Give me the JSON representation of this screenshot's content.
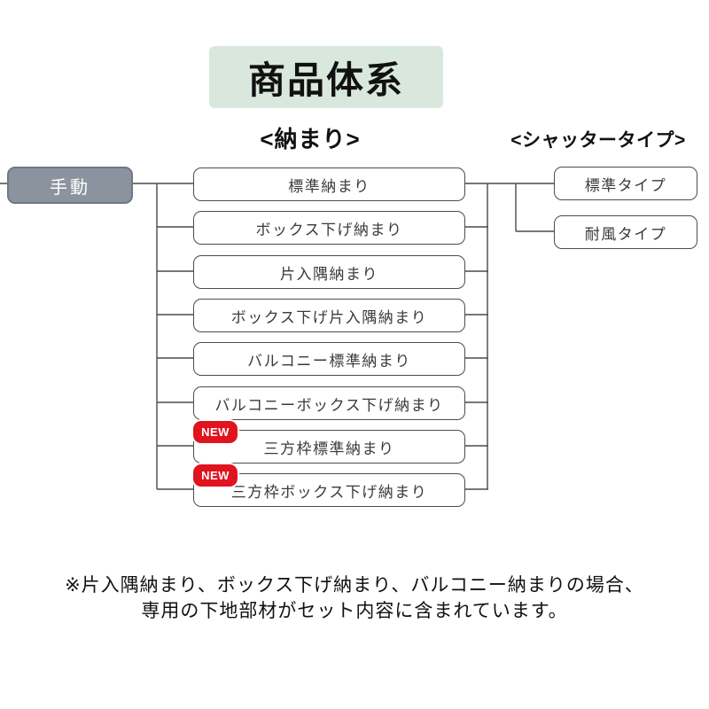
{
  "title": "商品体系",
  "headings": {
    "layout_column": "<納まり>",
    "shutter_column": "<シャッタータイプ>"
  },
  "root": {
    "label": "手動"
  },
  "layouts": [
    {
      "label": "標準納まり",
      "new": false
    },
    {
      "label": "ボックス下げ納まり",
      "new": false
    },
    {
      "label": "片入隅納まり",
      "new": false
    },
    {
      "label": "ボックス下げ片入隅納まり",
      "new": false
    },
    {
      "label": "バルコニー標準納まり",
      "new": false
    },
    {
      "label": "バルコニーボックス下げ納まり",
      "new": false
    },
    {
      "label": "三方枠標準納まり",
      "new": true
    },
    {
      "label": "三方枠ボックス下げ納まり",
      "new": true
    }
  ],
  "badge_label": "NEW",
  "shutter_types": [
    {
      "label": "標準タイプ"
    },
    {
      "label": "耐風タイプ"
    }
  ],
  "footnote": {
    "line1": "※片入隅納まり、ボックス下げ納まり、バルコニー納まりの場合、",
    "line2": "専用の下地部材がセット内容に含まれています。"
  },
  "colors": {
    "title_bg": "#d9e8dc",
    "root_bg": "#8b949e",
    "root_border": "#6f7983",
    "badge_bg": "#e0141f",
    "box_border": "#4c4c4c",
    "line": "#4a4a4a"
  }
}
